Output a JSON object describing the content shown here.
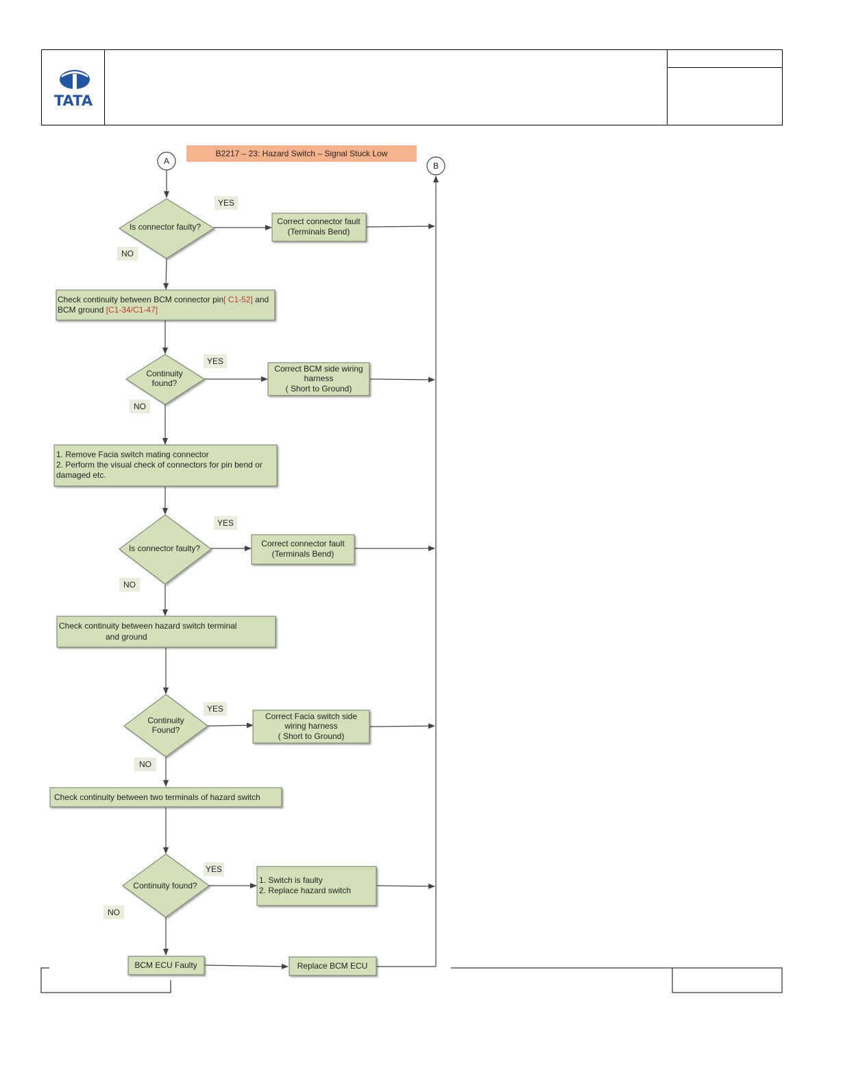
{
  "logo": {
    "text": "TATA"
  },
  "diagram": {
    "title": "B2217 – 23: Hazard Switch – Signal Stuck Low",
    "connector_a": "A",
    "connector_b": "B",
    "d1": "Is connector faulty?",
    "d1_yes": "YES",
    "d1_no": "NO",
    "b1_line1": "Correct connector fault",
    "b1_line2": "(Terminals Bend)",
    "p1_text1": "Check continuity between BCM connector pin",
    "p1_pin": "[ C1-52]",
    "p1_text2": " and",
    "p1_text3": "BCM ground ",
    "p1_ground": "[C1-34/C1-47]",
    "d2_line1": "Continuity",
    "d2_line2": "found?",
    "d2_yes": "YES",
    "d2_no": "NO",
    "b2_line1": "Correct BCM side wiring",
    "b2_line2": "harness",
    "b2_line3": "( Short to Ground)",
    "p2_line1": "1. Remove Facia switch mating connector",
    "p2_line2": "2. Perform the visual check of connectors for pin bend or",
    "p2_line3": "damaged etc.",
    "d3": "Is connector faulty?",
    "d3_yes": "YES",
    "d3_no": "NO",
    "b3_line1": "Correct connector fault",
    "b3_line2": "(Terminals Bend)",
    "p3_line1": "Check continuity between hazard switch terminal",
    "p3_line2": "and  ground",
    "d4_line1": "Continuity",
    "d4_line2": "Found?",
    "d4_yes": "YES",
    "d4_no": "NO",
    "b4_line1": "Correct Facia switch side",
    "b4_line2": "wiring harness",
    "b4_line3": "( Short to Ground)",
    "p4_line1": "Check continuity between two  terminals of hazard  switch",
    "d5": "Continuity found?",
    "d5_yes": "YES",
    "d5_no": "NO",
    "b5_line1": "1. Switch is faulty",
    "b5_line2": "2. Replace hazard switch",
    "p5": "BCM ECU Faulty",
    "b6": "Replace BCM ECU"
  },
  "colors": {
    "box_fill": "#d4e0b8",
    "box_stroke": "#6e7a5e",
    "title_fill": "#f6b48e",
    "label_fill": "#e9eedb",
    "pin_text": "#c0392b",
    "logo_blue": "#2255a4"
  }
}
